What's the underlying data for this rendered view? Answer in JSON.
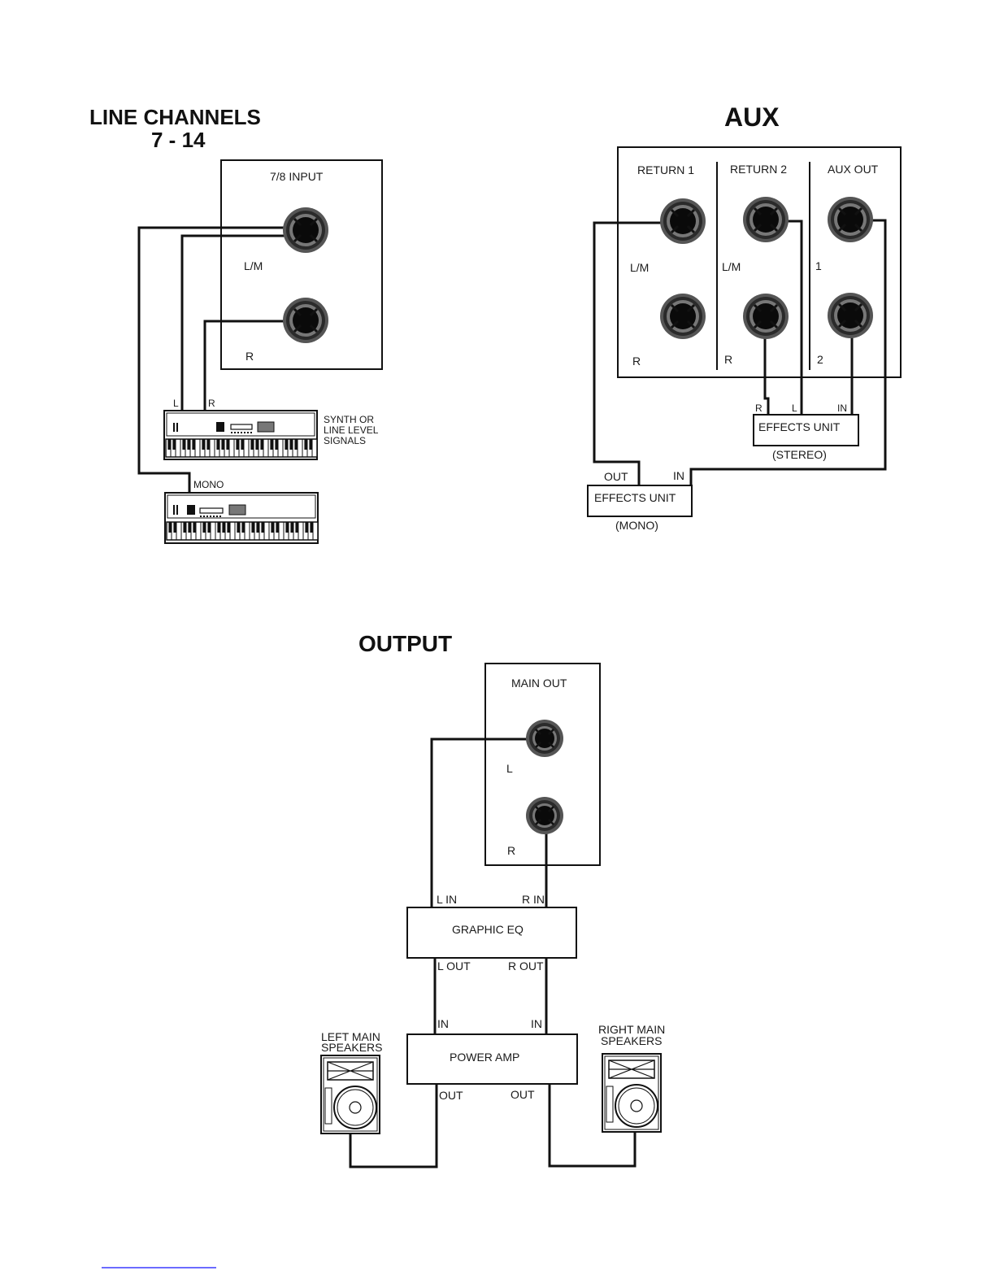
{
  "line_channels": {
    "title": "LINE CHANNELS",
    "subtitle": "7 - 14",
    "panel_label": "7/8 INPUT",
    "jack_lm": "L/M",
    "jack_r": "R",
    "synth_l": "L",
    "synth_r": "R",
    "synth_label": [
      "SYNTH OR",
      "LINE LEVEL",
      "SIGNALS"
    ],
    "mono_label": "MONO"
  },
  "aux": {
    "title": "AUX",
    "col1": "RETURN 1",
    "col2": "RETURN 2",
    "col3": "AUX OUT",
    "lm1": "L/M",
    "lm2": "L/M",
    "r1": "R",
    "r2": "R",
    "n1": "1",
    "n2": "2",
    "stereo_r": "R",
    "stereo_l": "L",
    "stereo_in": "IN",
    "stereo_unit": "EFFECTS UNIT",
    "stereo_caption": "(STEREO)",
    "mono_out": "OUT",
    "mono_in": "IN",
    "mono_unit": "EFFECTS UNIT",
    "mono_caption": "(MONO)"
  },
  "output": {
    "title": "OUTPUT",
    "panel_label": "MAIN OUT",
    "jack_l": "L",
    "jack_r": "R",
    "eq_l_in": "L IN",
    "eq_r_in": "R IN",
    "eq_label": "GRAPHIC EQ",
    "eq_l_out": "L OUT",
    "eq_r_out": "R OUT",
    "amp_in_l": "IN",
    "amp_in_r": "IN",
    "amp_label": "POWER AMP",
    "amp_out_l": "OUT",
    "amp_out_r": "OUT",
    "left_speakers": [
      "LEFT MAIN",
      "SPEAKERS"
    ],
    "right_speakers": [
      "RIGHT MAIN",
      "SPEAKERS"
    ]
  },
  "colors": {
    "ink": "#111111",
    "jack_outer": "#555555",
    "jack_inner": "#0a0a0a",
    "footer_rule": "#3a3aff"
  }
}
